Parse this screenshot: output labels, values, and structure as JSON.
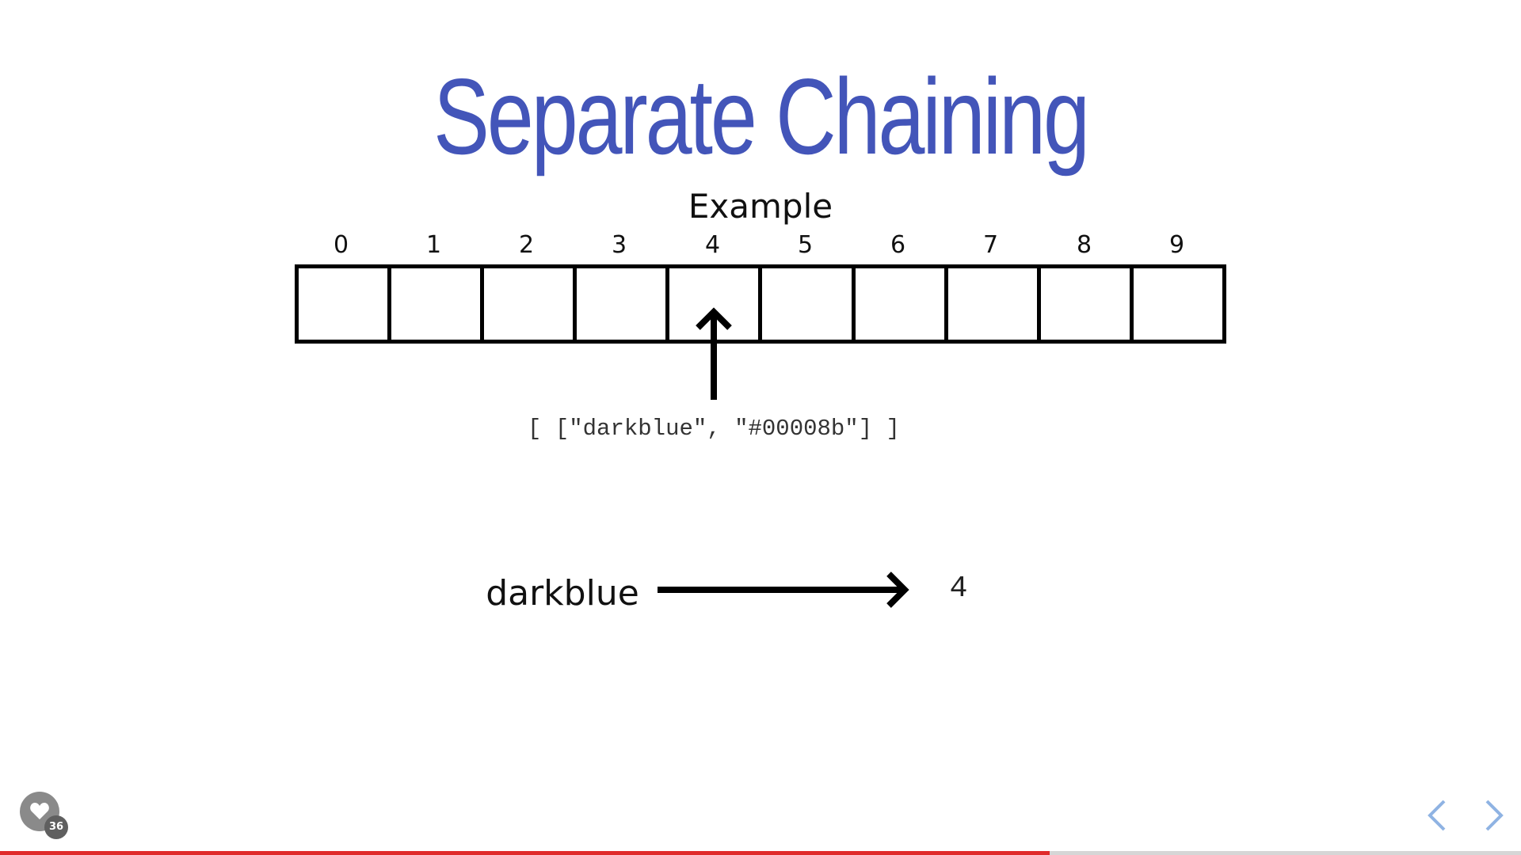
{
  "slide": {
    "title": "Separate Chaining",
    "subtitle": "Example",
    "indices": [
      "0",
      "1",
      "2",
      "3",
      "4",
      "5",
      "6",
      "7",
      "8",
      "9"
    ],
    "highlighted_index": 4,
    "bucket_contents": "[ [\"darkblue\", \"#00008b\"] ]",
    "key": "darkblue",
    "hash_result": "4"
  },
  "controls": {
    "like_count": "36",
    "like_icon": "heart-icon",
    "prev_icon": "chevron-left-icon",
    "next_icon": "chevron-right-icon"
  },
  "progress": {
    "fraction": 0.69
  },
  "colors": {
    "title": "#4355b9",
    "progress": "#e02b2b",
    "progress_track": "#d6d6d6",
    "nav_arrow": "#8fb3e3",
    "like_button": "#8a8a8a"
  }
}
